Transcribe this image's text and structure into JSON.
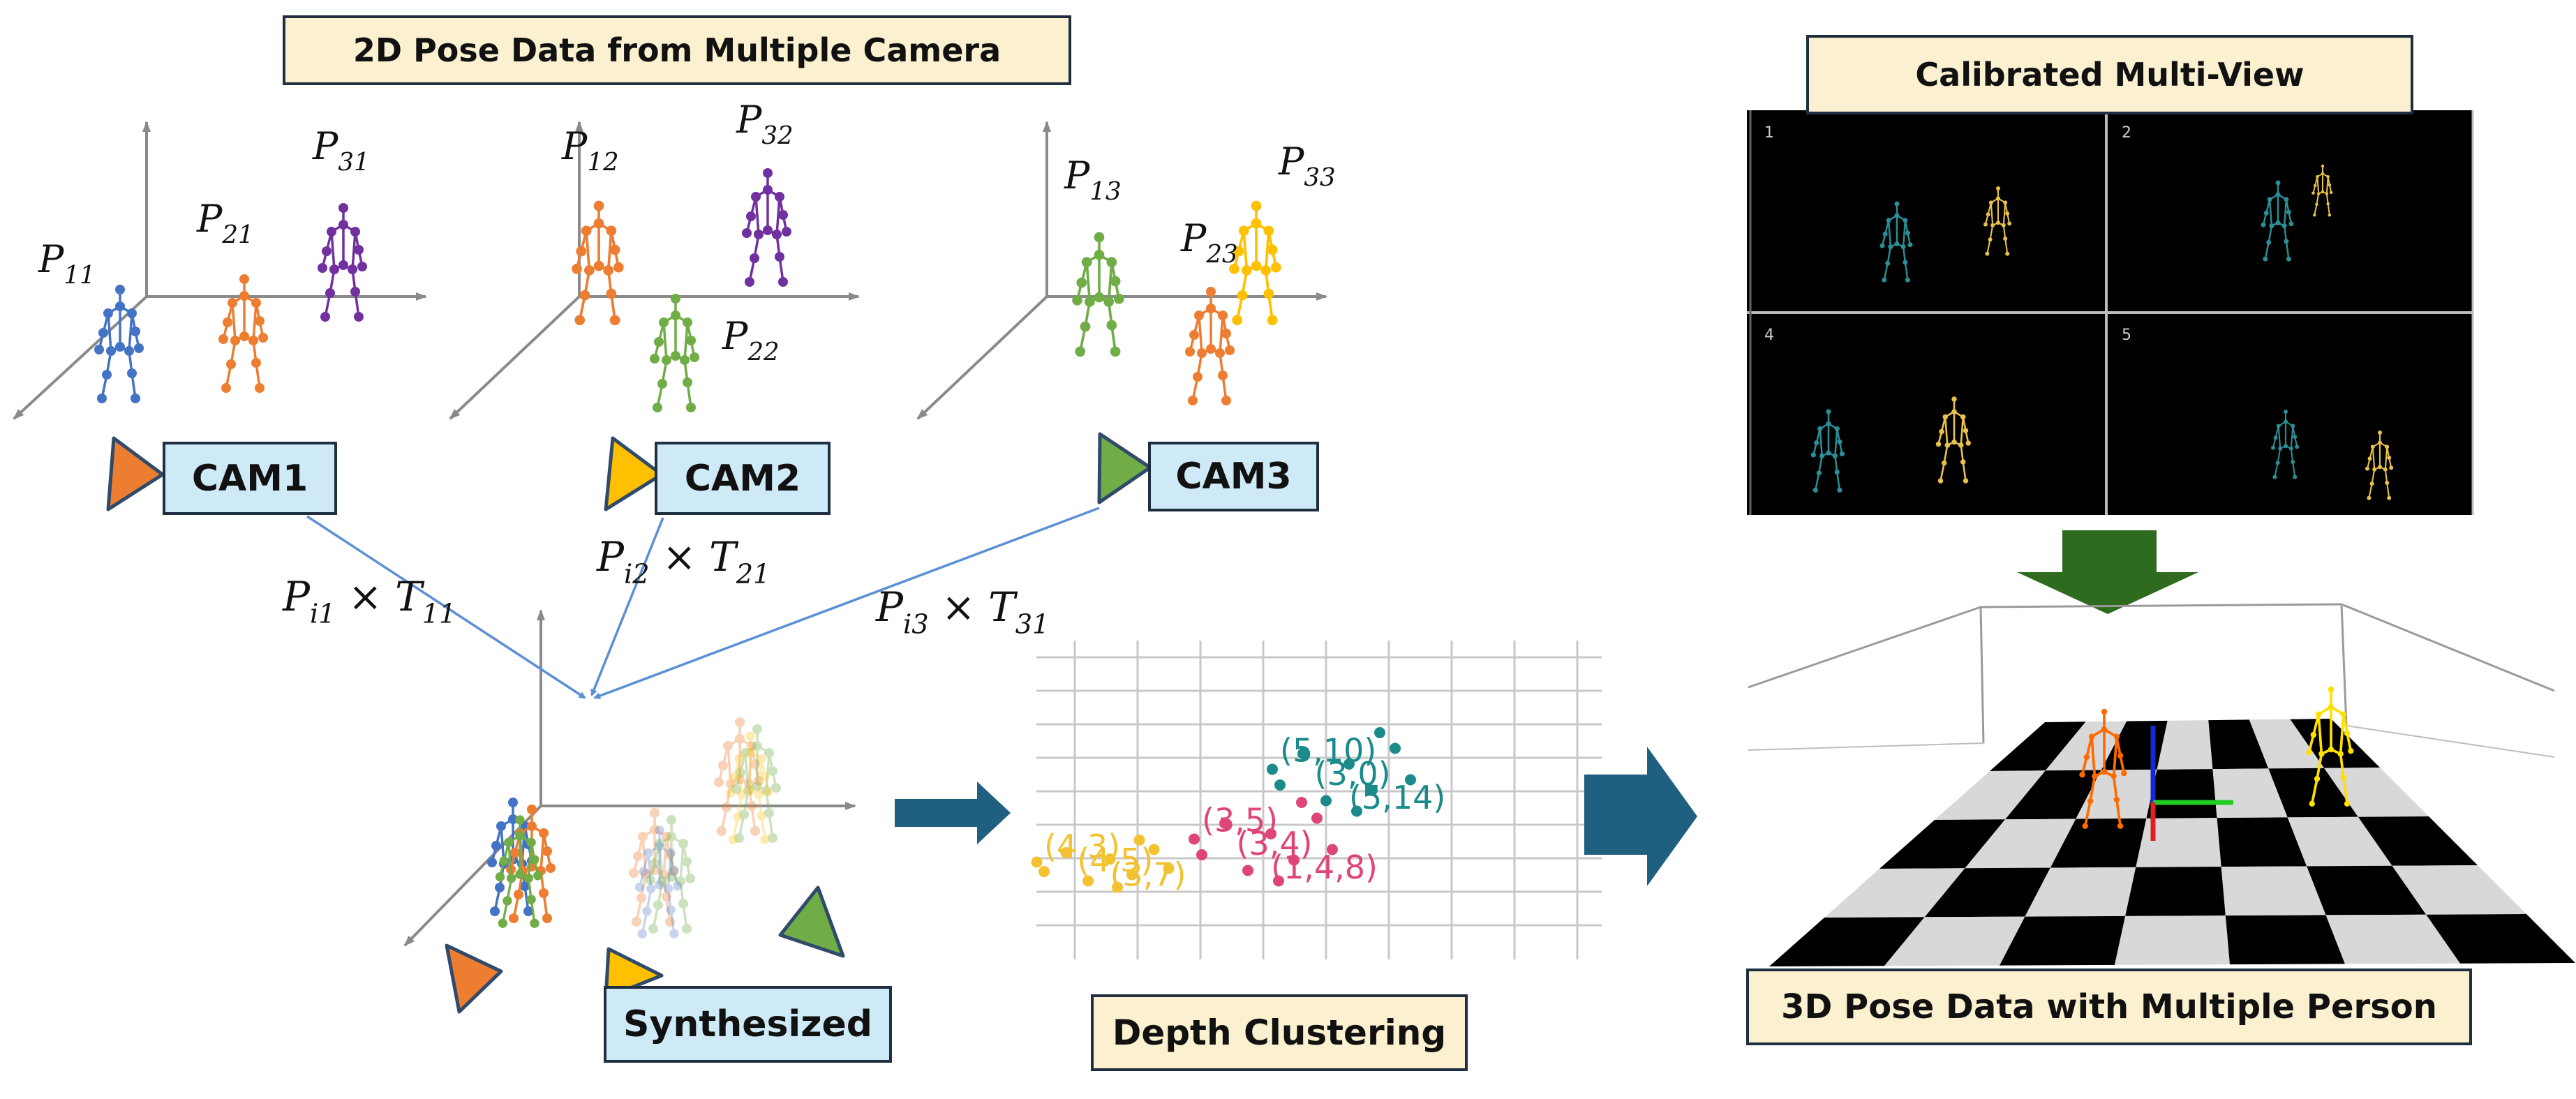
{
  "titles": {
    "pose2d": "2D Pose Data from Multiple Camera",
    "calibrated": "Calibrated Multi-View",
    "pose3d": "3D Pose Data with Multiple Person",
    "synthesized": "Synthesized",
    "depth_clustering": "Depth Clustering"
  },
  "cameras": [
    {
      "label": "CAM1",
      "color": "#ed7d31"
    },
    {
      "label": "CAM2",
      "color": "#ffc000"
    },
    {
      "label": "CAM3",
      "color": "#70ad47"
    }
  ],
  "point_labels": {
    "p11": {
      "base": "P",
      "sub": "11"
    },
    "p21": {
      "base": "P",
      "sub": "21"
    },
    "p31": {
      "base": "P",
      "sub": "31"
    },
    "p12": {
      "base": "P",
      "sub": "12"
    },
    "p22": {
      "base": "P",
      "sub": "22"
    },
    "p32": {
      "base": "P",
      "sub": "32"
    },
    "p13": {
      "base": "P",
      "sub": "13"
    },
    "p23": {
      "base": "P",
      "sub": "23"
    },
    "p33": {
      "base": "P",
      "sub": "33"
    }
  },
  "transforms": {
    "t1": {
      "p": "P",
      "psub": "i1",
      "op": "×",
      "t": "T",
      "tsub": "11"
    },
    "t2": {
      "p": "P",
      "psub": "i2",
      "op": "×",
      "t": "T",
      "tsub": "21"
    },
    "t3": {
      "p": "P",
      "psub": "i3",
      "op": "×",
      "t": "T",
      "tsub": "31"
    }
  },
  "views": [
    "1",
    "2",
    "4",
    "5"
  ],
  "cluster_labels": {
    "teal": [
      "(5,10)",
      "(3,0)",
      "(5,14)"
    ],
    "pink": [
      "(3,5)",
      "(3,4)",
      "(1,4,8)"
    ],
    "yellow": [
      "(4,3)",
      "(4,5)",
      "(3,7)"
    ]
  },
  "colors": {
    "blue_person": "#4472c4",
    "orange_person": "#ed7d31",
    "purple_person": "#7030a0",
    "green_person": "#70ad47",
    "yellow_person": "#ffc000",
    "teal_cluster": "#1a8a8a",
    "pink_cluster": "#e0457a",
    "yellow_cluster": "#f2c230",
    "arrow_blue": "#1f5f80",
    "arrow_green": "#2e6b1f",
    "ray": "#5b8fd6",
    "box_cream": "#fbf0cf",
    "box_blue": "#cfeaf7"
  }
}
